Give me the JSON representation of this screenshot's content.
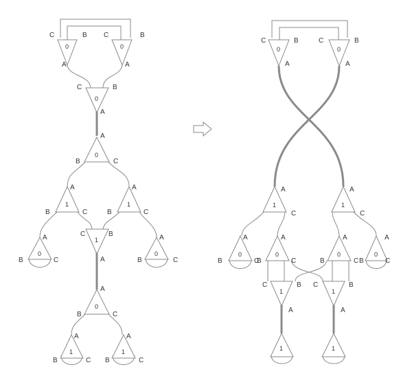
{
  "colors": {
    "stroke": "#8a8a8a",
    "text": "#333333",
    "background": "#ffffff"
  },
  "transform_arrow": "right-arrow-icon",
  "left_graph": {
    "agents": [
      {
        "value": "0",
        "ports": [
          "A",
          "B",
          "C"
        ]
      },
      {
        "value": "0",
        "ports": [
          "A",
          "B",
          "C"
        ]
      },
      {
        "value": "0",
        "ports": [
          "A",
          "B",
          "C"
        ]
      },
      {
        "value": "0",
        "ports": [
          "A",
          "B",
          "C"
        ]
      },
      {
        "value": "1",
        "ports": [
          "A",
          "B",
          "C"
        ]
      },
      {
        "value": "1",
        "ports": [
          "A",
          "B",
          "C"
        ]
      },
      {
        "value": "0",
        "ports": [
          "A",
          "B",
          "C"
        ]
      },
      {
        "value": "1",
        "ports": [
          "A",
          "B",
          "C"
        ]
      },
      {
        "value": "0",
        "ports": [
          "A",
          "B",
          "C"
        ]
      },
      {
        "value": "0",
        "ports": [
          "A",
          "B",
          "C"
        ]
      },
      {
        "value": "1",
        "ports": [
          "A",
          "B",
          "C"
        ]
      },
      {
        "value": "1",
        "ports": [
          "A",
          "B",
          "C"
        ]
      }
    ]
  },
  "right_graph": {
    "agents": [
      {
        "value": "0",
        "ports": [
          "A",
          "B",
          "C"
        ]
      },
      {
        "value": "0",
        "ports": [
          "A",
          "B",
          "C"
        ]
      },
      {
        "value": "1",
        "ports": [
          "A",
          "C"
        ]
      },
      {
        "value": "1",
        "ports": [
          "A",
          "C"
        ]
      },
      {
        "value": "0",
        "ports": [
          "A",
          "B",
          "C"
        ]
      },
      {
        "value": "0",
        "ports": [
          "A",
          "B",
          "C"
        ]
      },
      {
        "value": "0",
        "ports": [
          "A",
          "B",
          "C"
        ]
      },
      {
        "value": "0",
        "ports": [
          "A",
          "B",
          "C"
        ]
      },
      {
        "value": "1",
        "ports": [
          "A",
          "B",
          "C"
        ]
      },
      {
        "value": "1",
        "ports": [
          "A",
          "B",
          "C"
        ]
      },
      {
        "value": "1",
        "ports": []
      },
      {
        "value": "1",
        "ports": []
      }
    ]
  }
}
